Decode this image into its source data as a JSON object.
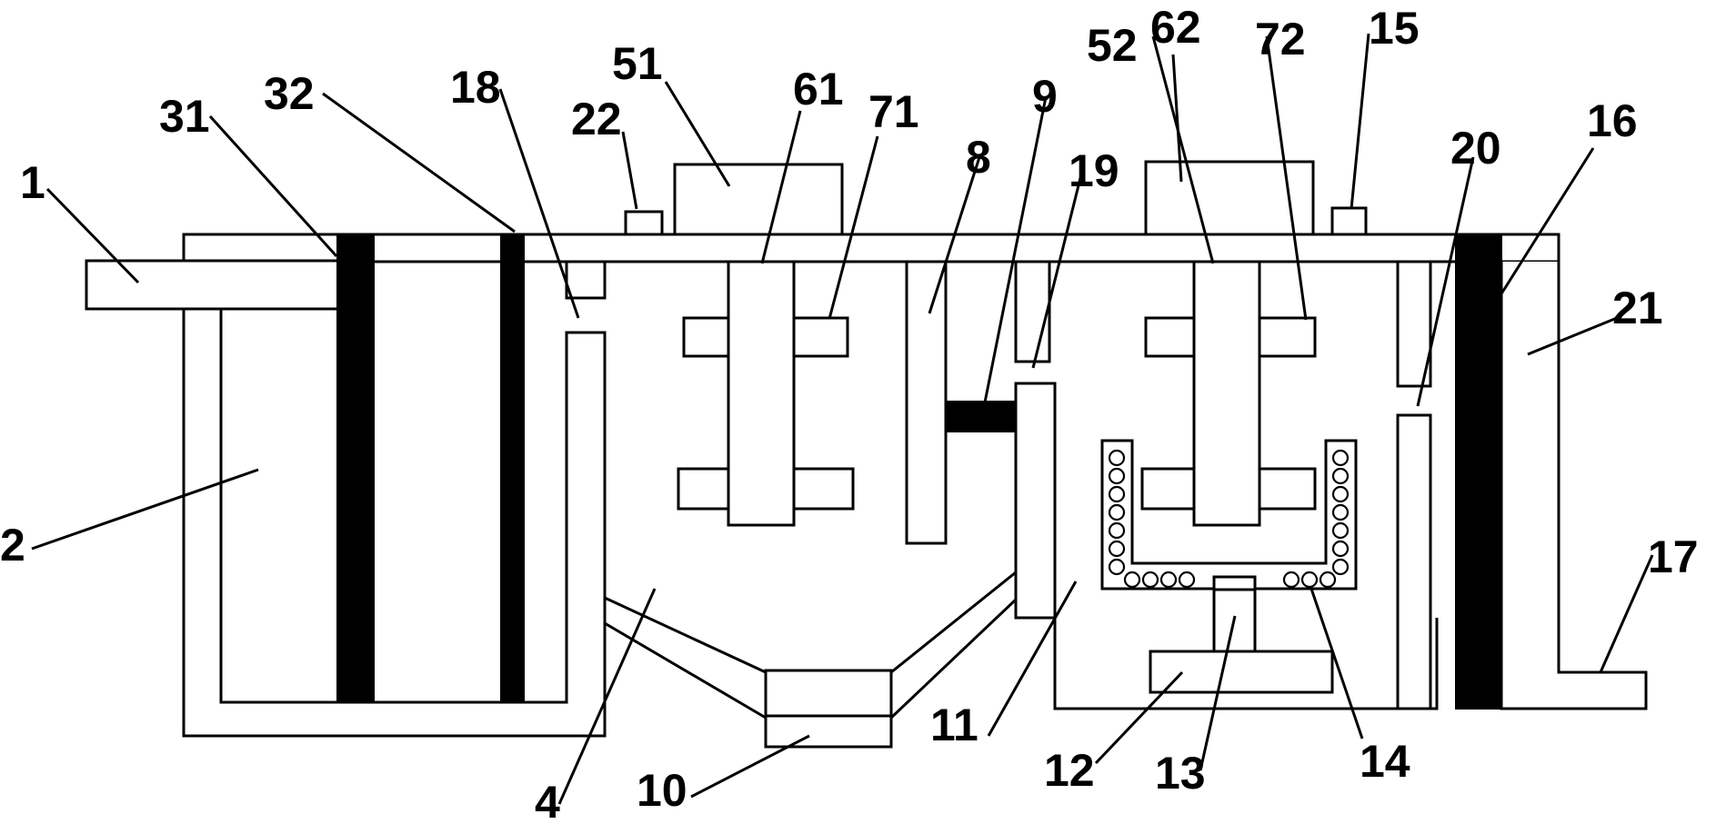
{
  "labels": [
    {
      "id": "l1",
      "text": "1"
    },
    {
      "id": "l2",
      "text": "2"
    },
    {
      "id": "l31",
      "text": "31"
    },
    {
      "id": "l32",
      "text": "32"
    },
    {
      "id": "l18",
      "text": "18"
    },
    {
      "id": "l22",
      "text": "22"
    },
    {
      "id": "l51",
      "text": "51"
    },
    {
      "id": "l61",
      "text": "61"
    },
    {
      "id": "l71",
      "text": "71"
    },
    {
      "id": "l9",
      "text": "9"
    },
    {
      "id": "l8",
      "text": "8"
    },
    {
      "id": "l19",
      "text": "19"
    },
    {
      "id": "l52",
      "text": "52"
    },
    {
      "id": "l62",
      "text": "62"
    },
    {
      "id": "l72",
      "text": "72"
    },
    {
      "id": "l15",
      "text": "15"
    },
    {
      "id": "l20",
      "text": "20"
    },
    {
      "id": "l16",
      "text": "16"
    },
    {
      "id": "l21",
      "text": "21"
    },
    {
      "id": "l17",
      "text": "17"
    },
    {
      "id": "l4",
      "text": "4"
    },
    {
      "id": "l10",
      "text": "10"
    },
    {
      "id": "l11",
      "text": "11"
    },
    {
      "id": "l12",
      "text": "12"
    },
    {
      "id": "l13",
      "text": "13"
    },
    {
      "id": "l14",
      "text": "14"
    }
  ]
}
